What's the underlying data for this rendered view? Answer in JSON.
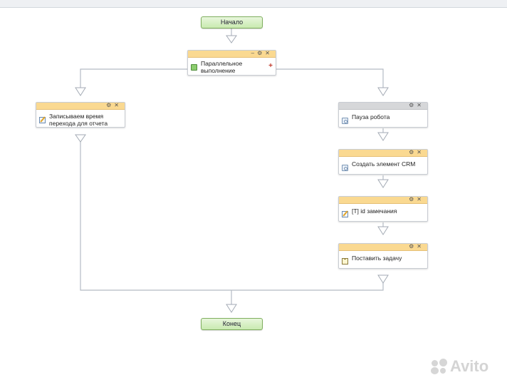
{
  "diagram": {
    "start": {
      "label": "Начало"
    },
    "parallel": {
      "label_line1": "Параллельное",
      "label_line2": "выполнение",
      "icon": "parallel-icon"
    },
    "left_branch": {
      "record_time": {
        "label_line1": "Записываем время",
        "label_line2": "перехода для отчета",
        "icon": "edit-icon"
      }
    },
    "right_branch": {
      "robot_pause": {
        "label": "Пауза робота",
        "icon": "gear-icon"
      },
      "create_crm": {
        "label": "Создать элемент CRM",
        "icon": "gear-icon"
      },
      "remark_id": {
        "label": "[T] id замечания",
        "icon": "edit-icon"
      },
      "set_task": {
        "label": "Поставить задачу",
        "icon": "clipboard-icon"
      }
    },
    "end": {
      "label": "Конец"
    }
  },
  "header_icons": {
    "minimize": "–",
    "settings": "⚙",
    "close": "✕",
    "add": "+"
  },
  "watermark": {
    "text": "Avito"
  },
  "colors": {
    "block_header": "#fad991",
    "block_header_disabled": "#d6d7d9",
    "terminal_fill": "#c9eab0",
    "connector": "#b5bbc4"
  }
}
